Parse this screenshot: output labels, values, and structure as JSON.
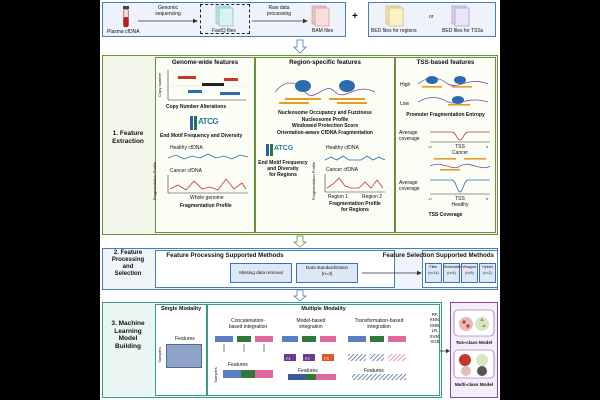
{
  "top": {
    "plasma": "Plasma cfDNA",
    "genomic_sequencing": "Genomic\nsequencing",
    "fastq": "FastQ files",
    "raw_processing": "Raw data\nprocessing",
    "bam": "BAM files",
    "plus": "+",
    "bed_regions": "BED files for regions",
    "or": "or",
    "bed_tss": "BED files for TSSs"
  },
  "feature": {
    "side_label": "1. Feature\nExtraction",
    "genome_wide": {
      "title": "Genome-wide features",
      "copy_number": "Copy number",
      "cna": "Copy Number Alterations",
      "motif": "End Motif Frequency and Diversity",
      "logo_letters": "ATCG",
      "healthy": "Healthy cfDNA",
      "cancer": "Cancer cfDNA",
      "frag_axis": "Fragmentation Profile",
      "whole_genome": "Whole genome",
      "frag_profile": "Fragmentation Profile"
    },
    "region": {
      "title": "Region-specific features",
      "nucleosome_lines": "Nucleosome Occupancy and Fuzziness\nNucleosome Profile\nWindowed Protection Score\nOrientation-aware CfDNA Fragmentation",
      "motif_regions": "End Motif Frequency\nand Diversity\nfor Regions",
      "healthy": "Healthy cfDNA",
      "cancer": "Cancer cfDNA",
      "frag_axis": "Fragmentation Profile",
      "region1": "Region 1",
      "region2": "Region 2",
      "frag_regions": "Fragmentation Profile\nfor Regions"
    },
    "tss": {
      "title": "TSS-based features",
      "high": "High",
      "low": "Low",
      "entropy": "Promoter Fragmentation Entropy",
      "avg_cov_1": "Average\ncoverage",
      "tss_cancer": "TSS\nCancer",
      "avg_cov_2": "Average\ncoverage",
      "tss_healthy": "TSS\nHealthy",
      "tick_neg": "-n",
      "tick_pos": "n",
      "tss_coverage": "TSS Coverage"
    }
  },
  "processing": {
    "side_label": "2. Feature\nProcessing\nand\nSelection",
    "fp_title": "Feature Processing Supported Methods",
    "fp_methods": [
      "Missing data removal",
      "Data standardization\n(n=4)"
    ],
    "fs_title": "Feature Selection Supported Methods",
    "fs_methods": [
      "Filter\n(n=14)",
      "Embedded\n(n=4)",
      "Wrapper\n(n=5)",
      "Hybrid\n(n=2)"
    ]
  },
  "ml": {
    "side_label": "3. Machine\nLearning\nModel\nBuilding",
    "single": "Single Modality",
    "multiple": "Multiple Modality",
    "concat": "Concatenation-\nbased integration",
    "model_based": "Model-based\nintegration",
    "transform": "Transformation-based\nintegration",
    "features": "Features",
    "samples": "Samples",
    "p_labels": [
      "P1",
      "P2",
      "P3"
    ],
    "classifiers": "RF,\nKNN,\nGNB,\nLR,\nSVM,\nXGB",
    "two_class": "Two-class Model",
    "multi_class": "Multi-class Model"
  }
}
